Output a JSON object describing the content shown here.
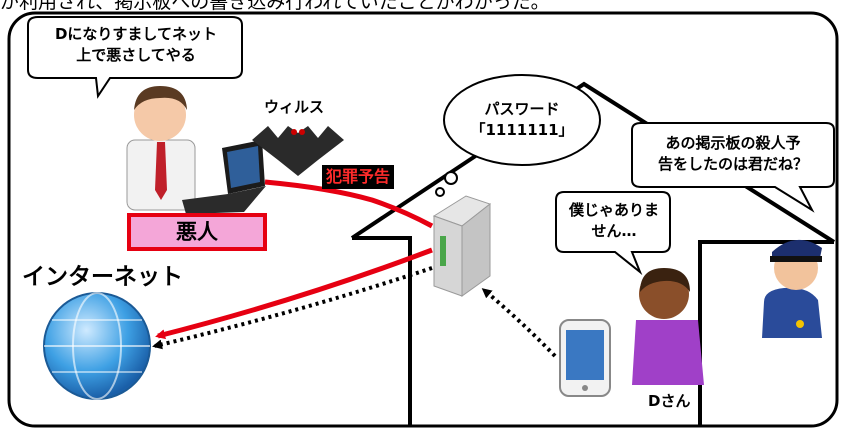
{
  "caption": "が利用され、掲示板への書き込み行われていたことがわかった。",
  "bubbles": {
    "villain_line1": "Dになりすましてネット",
    "villain_line2": "上で悪さしてやる",
    "password_line1": "パスワード",
    "password_line2": "「1111111」",
    "police_line1": "あの掲示板の殺人予",
    "police_line2": "告をしたのは君だね？",
    "d_line1": "僕じゃありま",
    "d_line2": "せん…"
  },
  "labels": {
    "virus": "ウィルス",
    "crime_notice": "犯罪予告",
    "villain": "悪人",
    "internet": "インターネット",
    "d_san": "Dさん"
  },
  "colors": {
    "attack_line": "#e60012",
    "villain_box_fill": "#f4a6d8",
    "villain_box_border": "#e60012",
    "crime_label_bg": "#000000",
    "crime_label_text": "#ff2b2b"
  },
  "icons": [
    "villain-person",
    "laptop",
    "bat-virus",
    "wifi-router",
    "globe",
    "smartphone",
    "person-d",
    "police-officer",
    "house-outline"
  ]
}
